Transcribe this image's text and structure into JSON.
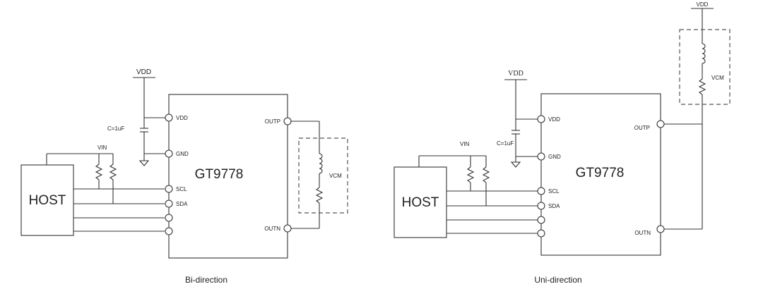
{
  "bi": {
    "vdd_supply": "VDD",
    "cap": "C=1uF",
    "vin": "VIN",
    "host": "HOST",
    "chip": "GT9778",
    "pin_vdd": "VDD",
    "pin_gnd": "GND",
    "pin_scl": "SCL",
    "pin_sda": "SDA",
    "pin_outp": "OUTP",
    "pin_outn": "OUTN",
    "vcm": "VCM",
    "caption": "Bi-direction"
  },
  "uni": {
    "vdd_supply": "VDD",
    "vdd_top": "VDD",
    "cap": "C=1uF",
    "vin": "VIN",
    "host": "HOST",
    "chip": "GT9778",
    "pin_vdd": "VDD",
    "pin_gnd": "GND",
    "pin_scl": "SCL",
    "pin_sda": "SDA",
    "pin_outp": "OUTP",
    "pin_outn": "OUTN",
    "vcm": "VCM",
    "caption": "Uni-direction"
  }
}
